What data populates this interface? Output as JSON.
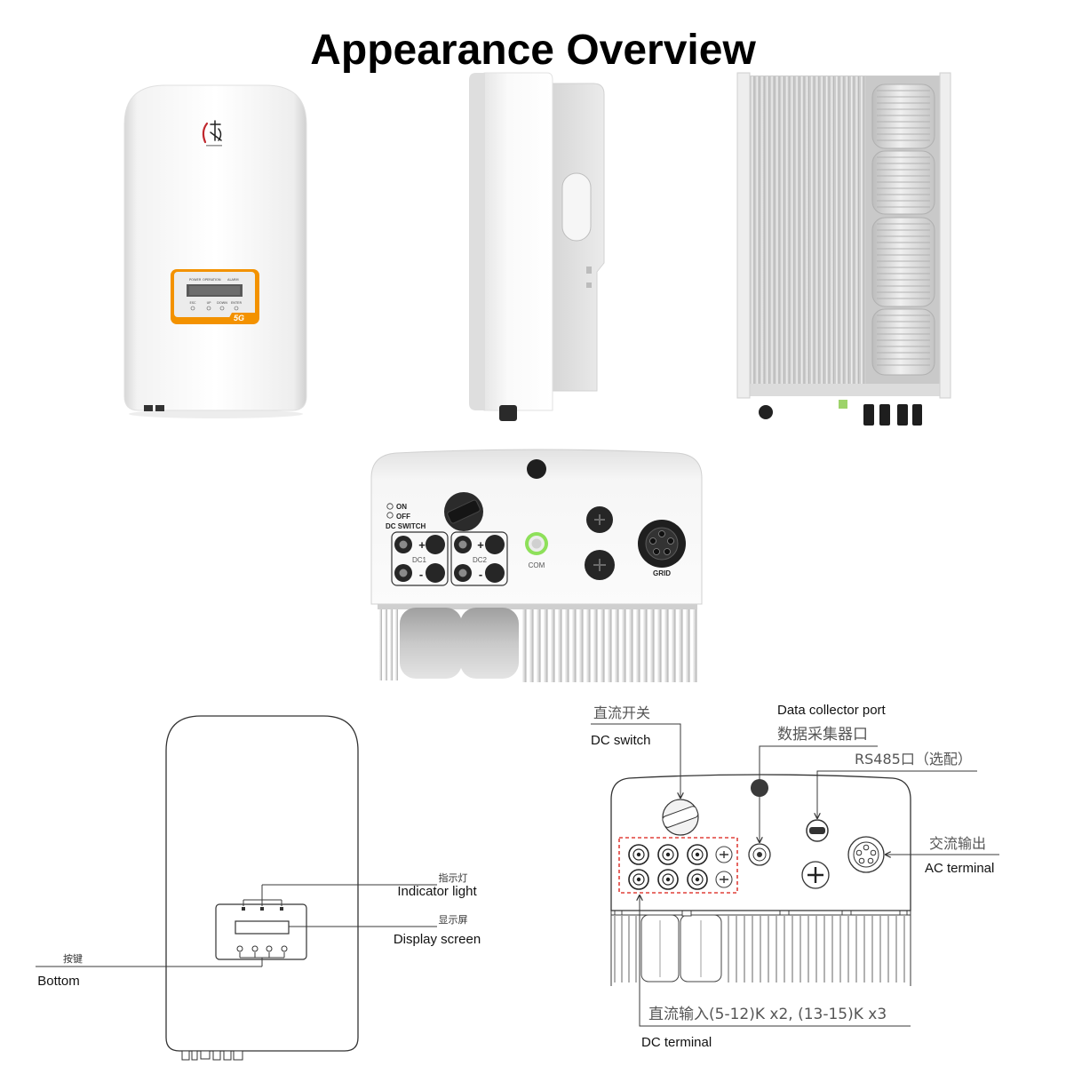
{
  "title": "Appearance Overview",
  "front_view": {
    "display_panel": {
      "indicators": [
        "POWER",
        "OPERATION",
        "ALARM"
      ],
      "buttons": [
        "ESC",
        "UP",
        "DOWN",
        "ENTER"
      ],
      "badge": "5G"
    },
    "colors": {
      "frame": "#f39200",
      "logo_red": "#c0272d"
    }
  },
  "bottom_view_photo": {
    "switch_on": "ON",
    "switch_off": "OFF",
    "switch_label": "DC SWITCH",
    "dc1": "DC1",
    "dc2": "DC2",
    "plus": "+",
    "minus": "-",
    "com": "COM",
    "grid": "GRID",
    "colors": {
      "com_ring": "#8ee05a"
    }
  },
  "front_diagram": {
    "indicator": {
      "cn": "指示灯",
      "en": "Indicator light"
    },
    "display": {
      "cn": "显示屏",
      "en": "Display screen"
    },
    "buttons": {
      "cn": "按键",
      "en": "Bottom"
    }
  },
  "bottom_diagram": {
    "dc_switch": {
      "cn": "直流开关",
      "en": "DC switch"
    },
    "data_collector": {
      "en": "Data collector port",
      "cn": "数据采集器口"
    },
    "rs485": {
      "cn": "RS485口（选配）"
    },
    "ac_terminal": {
      "cn": "交流输出",
      "en": "AC terminal"
    },
    "dc_terminal": {
      "cn": "直流输入(5-12)K x2, (13-15)K x3",
      "en": "DC terminal"
    },
    "colors": {
      "highlight": "#e0403a"
    }
  }
}
